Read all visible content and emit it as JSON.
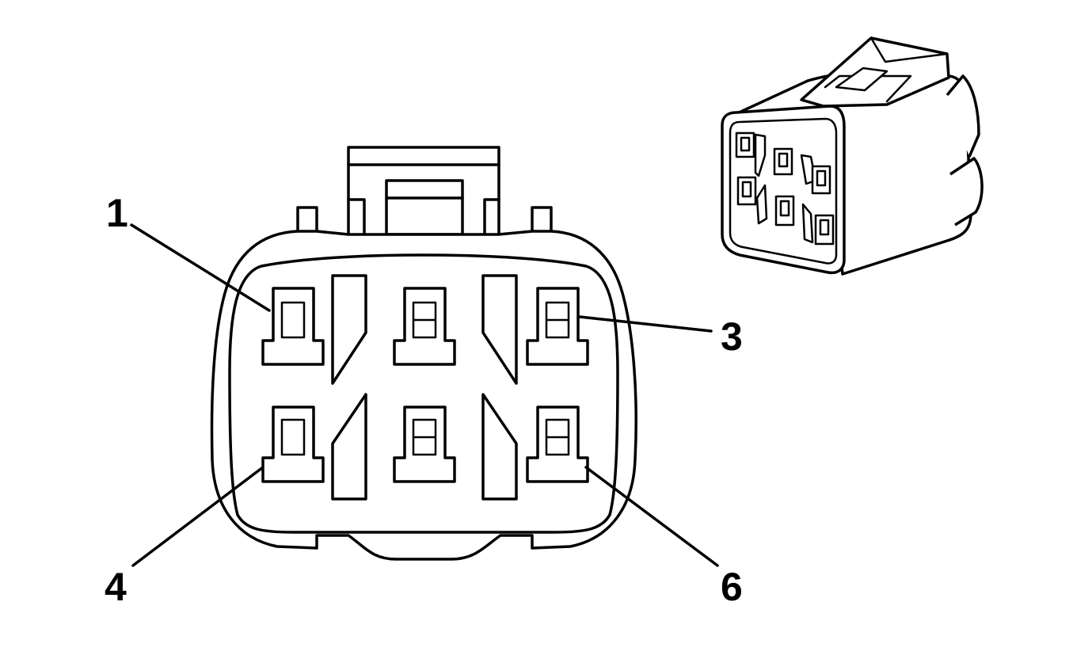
{
  "labels": {
    "pin_1": "1",
    "pin_3": "3",
    "pin_4": "4",
    "pin_6": "6"
  }
}
